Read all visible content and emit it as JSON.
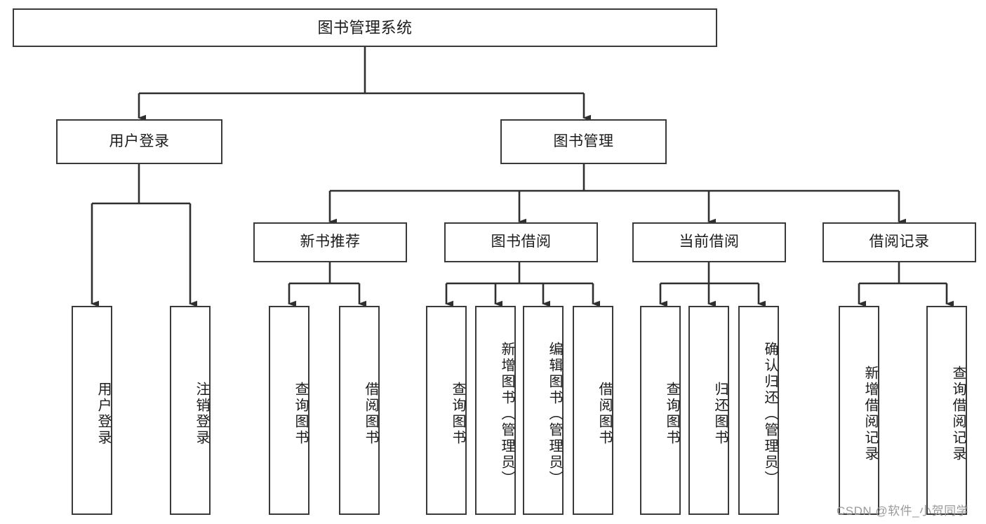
{
  "diagram": {
    "title": "图书管理系统",
    "type": "tree-hierarchy",
    "colors": {
      "box_border": "#3a3a3a",
      "box_fill": "#ffffff",
      "connector": "#2f2f2f",
      "text": "#1b1b1b",
      "watermark": "#9a9a9a"
    },
    "root": {
      "label": "图书管理系统"
    },
    "level2": [
      {
        "label": "用户登录"
      },
      {
        "label": "图书管理"
      }
    ],
    "level3": [
      {
        "label": "新书推荐"
      },
      {
        "label": "图书借阅"
      },
      {
        "label": "当前借阅"
      },
      {
        "label": "借阅记录"
      }
    ],
    "leaves": {
      "user_login": [
        {
          "label": "用户登录"
        },
        {
          "label": "注销登录"
        }
      ],
      "new_book_recommend": [
        {
          "label": "查询图书"
        },
        {
          "label": "借阅图书"
        }
      ],
      "book_borrow": [
        {
          "label": "查询图书"
        },
        {
          "label": "新增图书（管理员）"
        },
        {
          "label": "编辑图书（管理员）"
        },
        {
          "label": "借阅图书"
        }
      ],
      "current_borrow": [
        {
          "label": "查询图书"
        },
        {
          "label": "归还图书"
        },
        {
          "label": "确认归还（管理员）"
        }
      ],
      "borrow_records": [
        {
          "label": "新增借阅记录"
        },
        {
          "label": "查询借阅记录"
        }
      ]
    },
    "watermark": "CSDN @软件_小贺同学"
  }
}
